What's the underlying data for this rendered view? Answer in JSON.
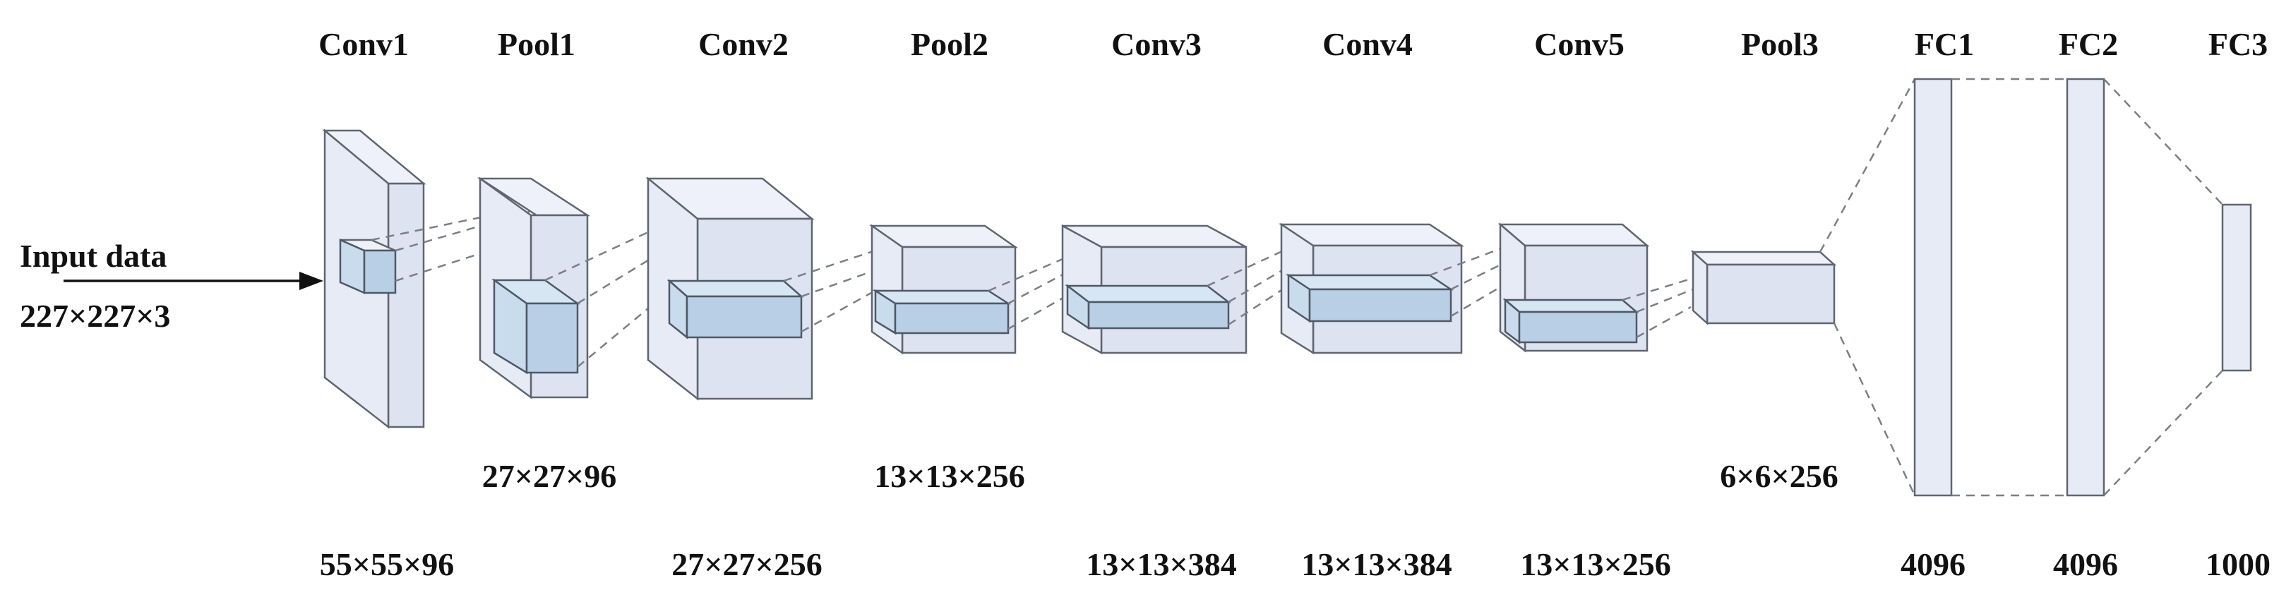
{
  "input": {
    "label": "Input data",
    "dims": "227×227×3"
  },
  "layers": [
    {
      "name": "Conv1",
      "dims": "55×55×96"
    },
    {
      "name": "Pool1",
      "dims": "27×27×96"
    },
    {
      "name": "Conv2",
      "dims": "27×27×256"
    },
    {
      "name": "Pool2",
      "dims": "13×13×256"
    },
    {
      "name": "Conv3",
      "dims": "13×13×384"
    },
    {
      "name": "Conv4",
      "dims": "13×13×384"
    },
    {
      "name": "Conv5",
      "dims": "13×13×256"
    },
    {
      "name": "Pool3",
      "dims": "6×6×256"
    },
    {
      "name": "FC1",
      "dims": "4096"
    },
    {
      "name": "FC2",
      "dims": "4096"
    },
    {
      "name": "FC3",
      "dims": "1000"
    }
  ]
}
